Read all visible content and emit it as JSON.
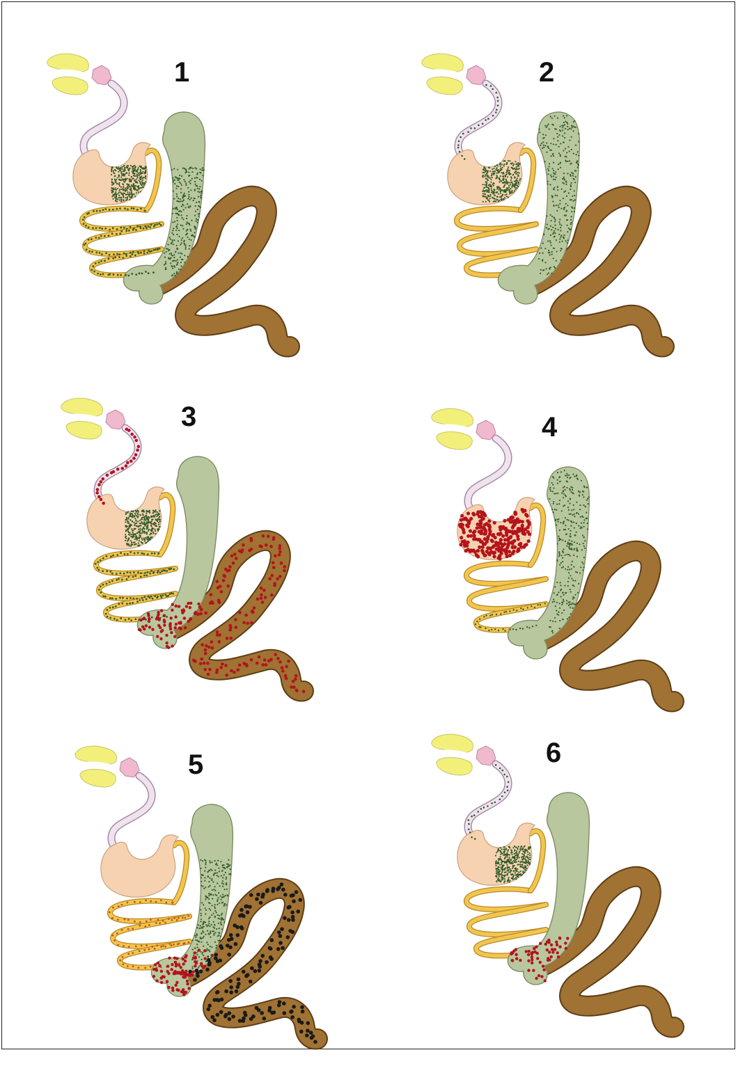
{
  "panels": [
    {
      "label": "1",
      "spots": {
        "small_intestine": "green",
        "caecum_lower": "green",
        "stomach_side": "green"
      }
    },
    {
      "label": "2",
      "spots": {
        "oesophagus": "green",
        "caecum_full": "green",
        "stomach_light": "green"
      }
    },
    {
      "label": "3",
      "spots": {
        "oesophagus": "red",
        "stomach_side": "green",
        "small_intestine": "green",
        "colon": "red",
        "caecum_base": "red"
      }
    },
    {
      "label": "4",
      "spots": {
        "stomach_full": "red",
        "caecum_full": "green",
        "small_intestine_tail": "green"
      }
    },
    {
      "label": "5",
      "spots": {
        "small_intestine": "orange",
        "caecum_lower": "green",
        "colon": "black",
        "caecum_base": "redmark"
      }
    },
    {
      "label": "6",
      "spots": {
        "oesophagus": "green",
        "stomach_side": "green",
        "caecum_base": "red"
      }
    }
  ],
  "colors": {
    "salivary": "#f2f07a",
    "salivary_edge": "#c9c46a",
    "oesophagus": "#efe3ee",
    "oesophagus_edge": "#a78aa6",
    "pharynx": "#f0b9cd",
    "stomach": "#f7d2b0",
    "stomach_edge": "#c9a27f",
    "small_intestine": "#f2c64e",
    "small_intestine_edge": "#b7882a",
    "caecum": "#b9c79e",
    "caecum_edge": "#7c8c62",
    "colon": "#a07233",
    "colon_edge": "#5e3e16",
    "green_spot": "#2f5c2a",
    "red_spot": "#b3141c",
    "black_spot": "#1a1a1a",
    "orange_spot": "#c0551c"
  }
}
